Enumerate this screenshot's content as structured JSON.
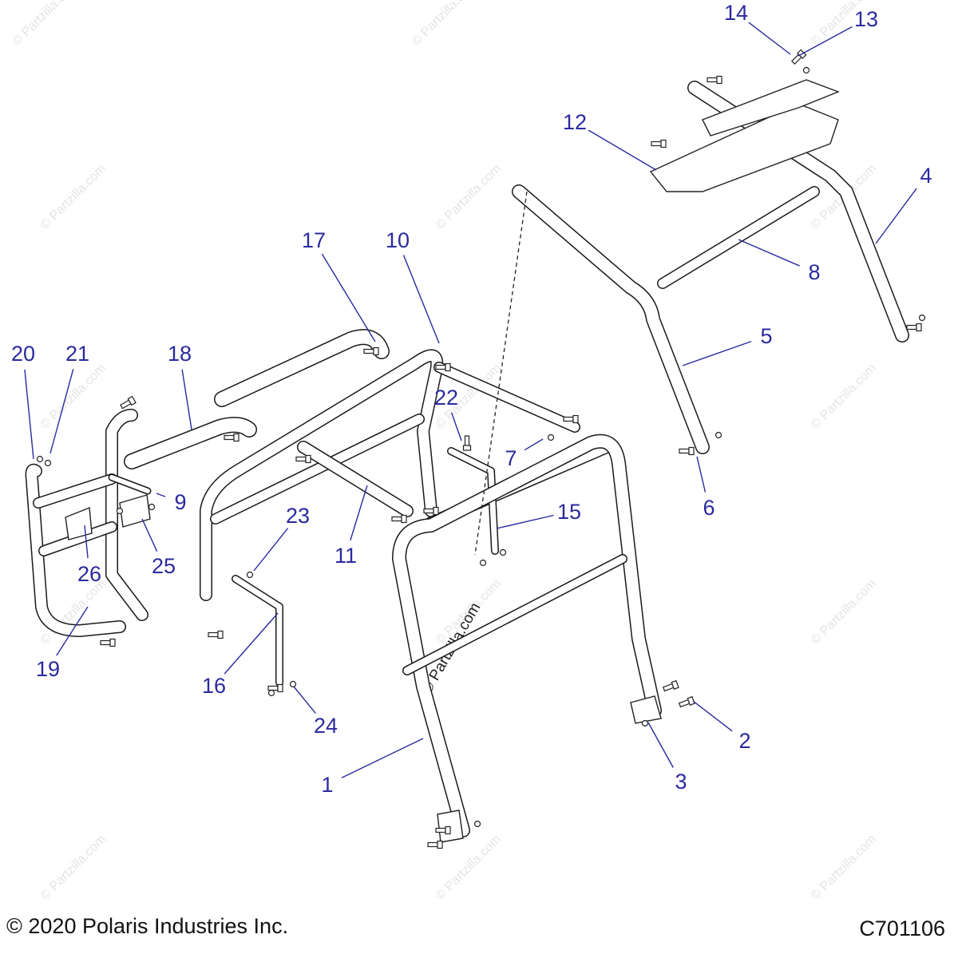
{
  "diagram": {
    "watermark_text": "© Partzilla.com",
    "center_watermark_text": "© Partzilla.com",
    "callouts": [
      {
        "id": "1",
        "label": "1"
      },
      {
        "id": "2",
        "label": "2"
      },
      {
        "id": "3",
        "label": "3"
      },
      {
        "id": "4",
        "label": "4"
      },
      {
        "id": "5",
        "label": "5"
      },
      {
        "id": "6",
        "label": "6"
      },
      {
        "id": "7",
        "label": "7"
      },
      {
        "id": "8",
        "label": "8"
      },
      {
        "id": "9",
        "label": "9"
      },
      {
        "id": "10",
        "label": "10"
      },
      {
        "id": "11",
        "label": "11"
      },
      {
        "id": "12",
        "label": "12"
      },
      {
        "id": "13",
        "label": "13"
      },
      {
        "id": "14",
        "label": "14"
      },
      {
        "id": "15",
        "label": "15"
      },
      {
        "id": "16",
        "label": "16"
      },
      {
        "id": "17",
        "label": "17"
      },
      {
        "id": "18",
        "label": "18"
      },
      {
        "id": "19",
        "label": "19"
      },
      {
        "id": "20",
        "label": "20"
      },
      {
        "id": "21",
        "label": "21"
      },
      {
        "id": "22",
        "label": "22"
      },
      {
        "id": "23",
        "label": "23"
      },
      {
        "id": "24",
        "label": "24"
      },
      {
        "id": "25",
        "label": "25"
      },
      {
        "id": "26",
        "label": "26"
      }
    ],
    "colors": {
      "callout": "#2a2aa0",
      "line": "#1a1a1a",
      "watermark": "#e4e4e4"
    }
  },
  "footer": {
    "copyright": "© 2020 Polaris Industries Inc.",
    "diagram_code": "C701106"
  }
}
